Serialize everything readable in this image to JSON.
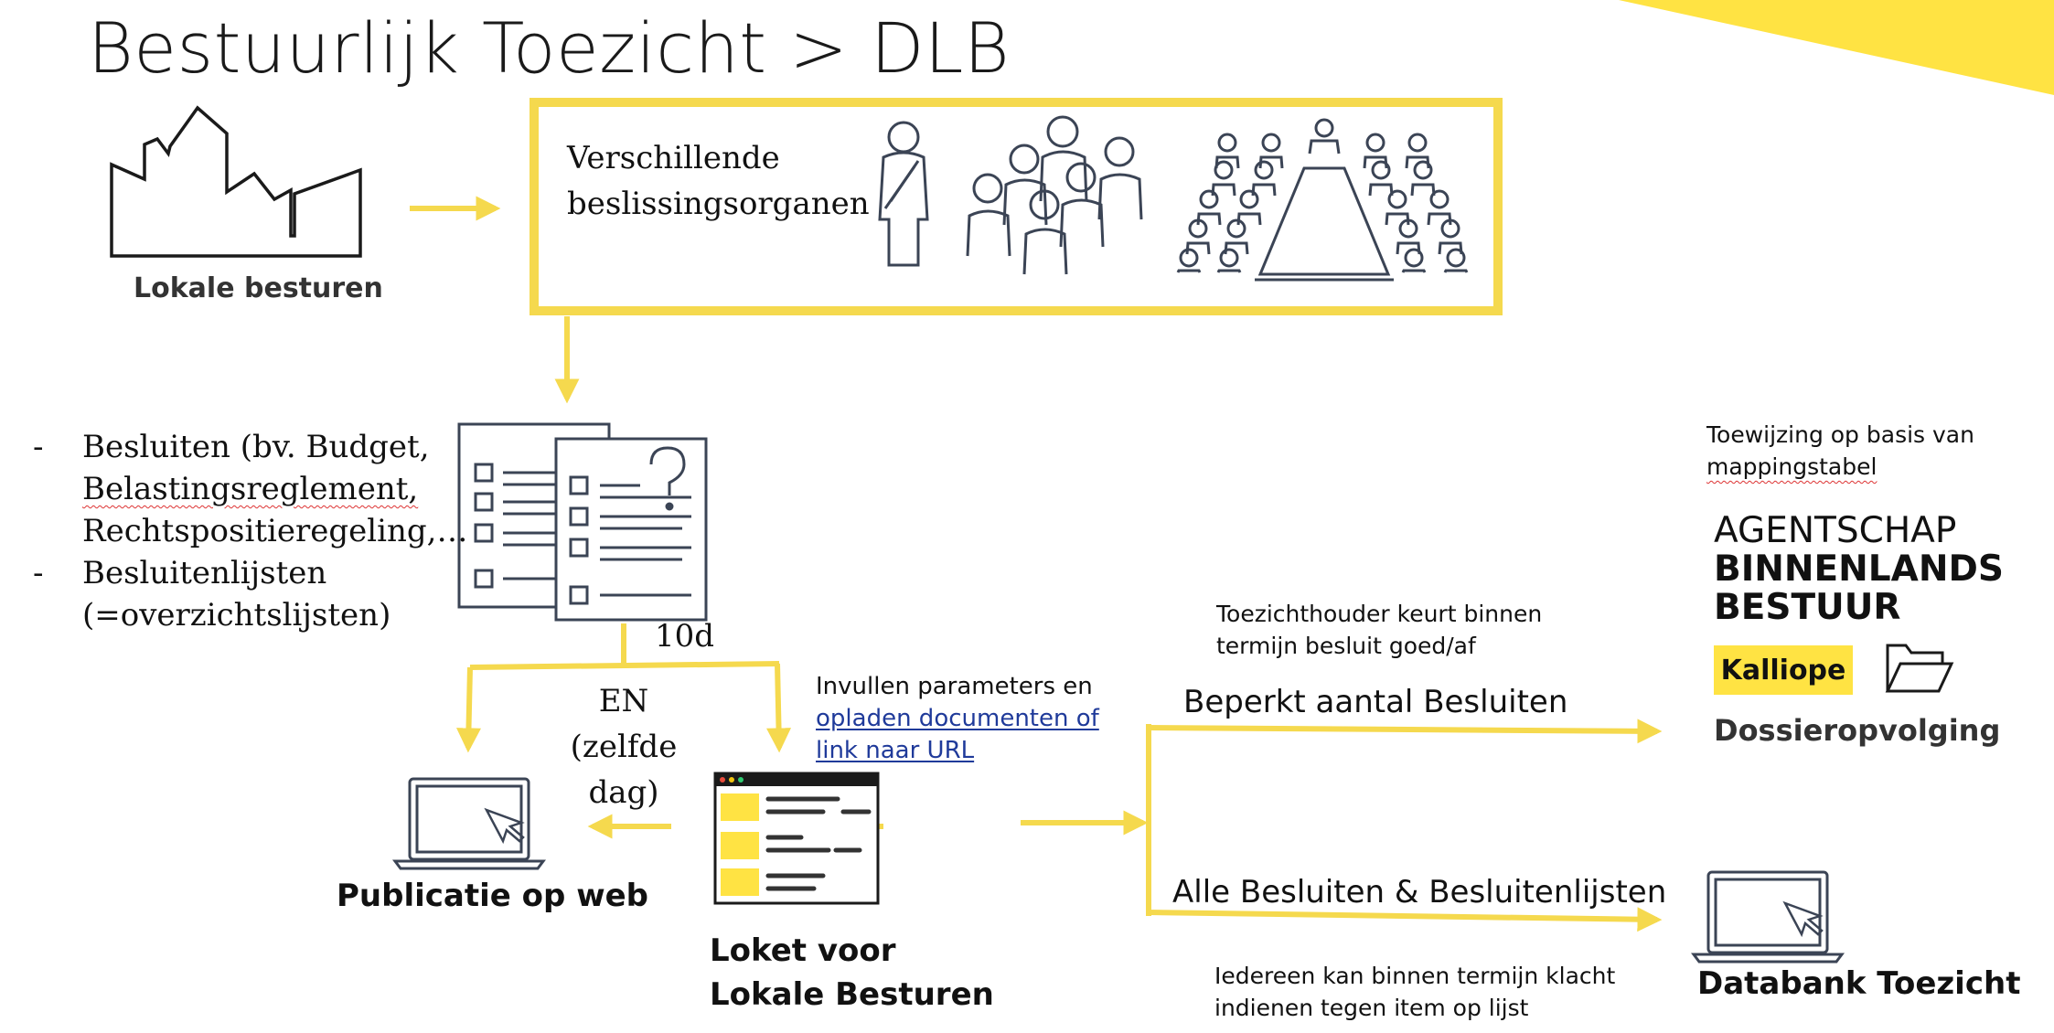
{
  "title": "Bestuurlijk Toezicht > DLB",
  "accent_color": "#F5D94E",
  "corner_color": "#FFE343",
  "lokale_besturen": {
    "label": "Lokale besturen",
    "icon": "town-icon"
  },
  "organen": {
    "line1": "Verschillende",
    "line2": "beslissingsorganen",
    "icons": [
      "mayor-icon",
      "council-group-icon",
      "assembly-icon"
    ]
  },
  "besluiten_list": [
    {
      "dash": "-",
      "lines": [
        "Besluiten (bv. Budget,",
        "Belastingsreglement,",
        "Rechtspositieregeling,…"
      ]
    },
    {
      "dash": "-",
      "lines": [
        "Besluitenlijsten",
        "(=overzichtslijsten)"
      ]
    }
  ],
  "documents_icon": "documents-icon",
  "deadline": "10d",
  "en": {
    "line1": "EN",
    "line2": "(zelfde dag)"
  },
  "invullen": {
    "line1": "Invullen parameters en",
    "line2": "opladen documenten of",
    "line3": "link naar URL"
  },
  "publicatie": {
    "label": "Publicatie op web",
    "icon": "laptop-icon"
  },
  "loket": {
    "line1": "Loket voor",
    "line2": "Lokale Besturen",
    "icon": "web-form-icon"
  },
  "toezichthouder": {
    "line1": "Toezichthouder keurt binnen",
    "line2": "termijn besluit goed/af"
  },
  "beperkt": "Beperkt aantal Besluiten",
  "alle": "Alle Besluiten & Besluitenlijsten",
  "iedereen": {
    "line1": "Iedereen kan binnen termijn klacht",
    "line2": "indienen tegen item op lijst"
  },
  "toewijzing": {
    "line1": "Toewijzing op basis van",
    "line2": "mappingstabel"
  },
  "agentschap": {
    "line1": "AGENTSCHAP",
    "line2": "BINNENLANDS",
    "line3": "BESTUUR"
  },
  "kalliope": "Kalliope",
  "dossier": "Dossieropvolging",
  "databank": {
    "label": "Databank Toezicht",
    "icon": "laptop-icon"
  },
  "folder_icon": "folder-icon"
}
